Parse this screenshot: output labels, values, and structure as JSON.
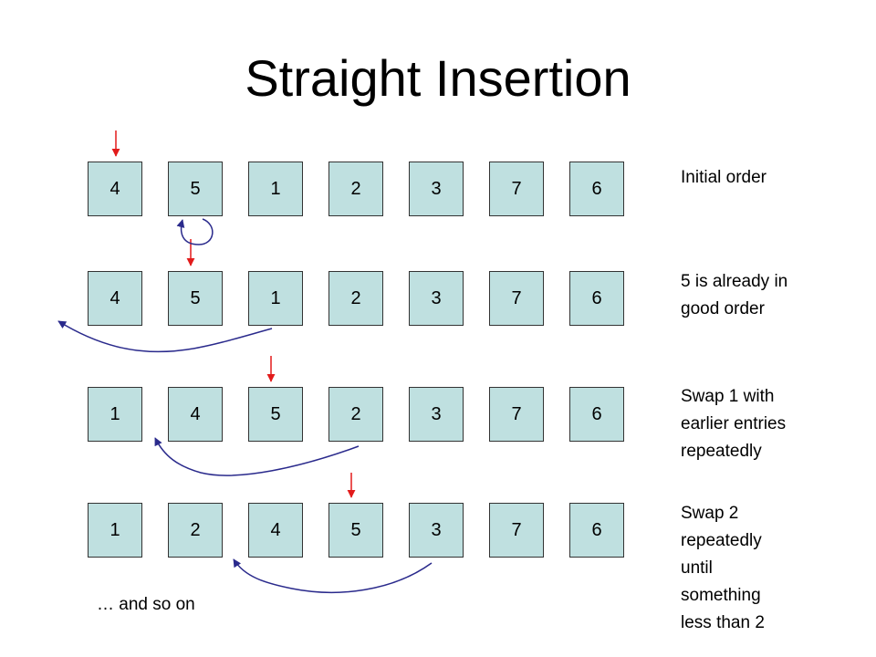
{
  "title": "Straight Insertion",
  "cell_color": "#bfe0e0",
  "pointer_color": "#e21b1b",
  "arc_color": "#2a2a8c",
  "rows": [
    {
      "values": [
        "4",
        "5",
        "1",
        "2",
        "3",
        "7",
        "6"
      ],
      "note": "Initial order"
    },
    {
      "values": [
        "4",
        "5",
        "1",
        "2",
        "3",
        "7",
        "6"
      ],
      "note": "5 is already in\ngood order"
    },
    {
      "values": [
        "1",
        "4",
        "5",
        "2",
        "3",
        "7",
        "6"
      ],
      "note": "Swap 1 with\nearlier entries\nrepeatedly"
    },
    {
      "values": [
        "1",
        "2",
        "4",
        "5",
        "3",
        "7",
        "6"
      ],
      "note": "Swap 2\nrepeatedly\nuntil\nsomething\nless than 2"
    }
  ],
  "footer": "… and so on"
}
